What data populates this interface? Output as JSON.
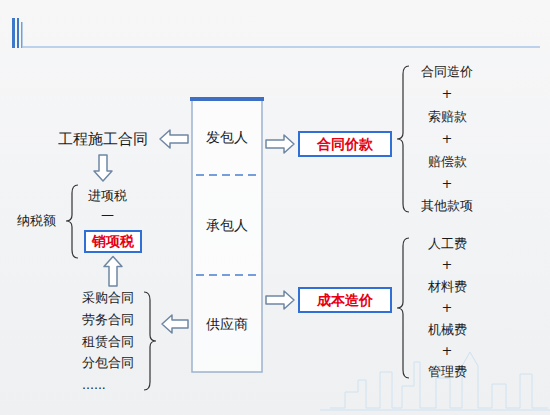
{
  "diagram": {
    "nodes": [
      {
        "text": [
          "工程施工合同"
        ]
      },
      {
        "text": [
          "纳税额",
          "进项税",
          "—"
        ]
      },
      {
        "text": [
          "销项税"
        ],
        "in": 1
      },
      {
        "text": [
          "采购合同",
          "劳务合同",
          "租赁合同",
          "分包合同",
          "......"
        ]
      },
      {
        "text": [
          "发包人"
        ]
      },
      {
        "text": [
          "承包人"
        ]
      },
      {
        "text": [
          "供应商"
        ]
      },
      {
        "text": [
          "合同价款"
        ]
      },
      {
        "text": [
          "成本造价"
        ]
      },
      {
        "text": [
          "合同造价",
          "+",
          "索赔款",
          "+",
          "赔偿款",
          "+",
          "其他款项"
        ]
      },
      {
        "text": [
          "人工费",
          "+",
          "材料费",
          "+",
          "机械费",
          "+",
          "管理费"
        ]
      }
    ],
    "edges": [
      {
        "from": 4,
        "to": 0,
        "arrow": "to"
      },
      {
        "from": 0,
        "to": 1,
        "arrow": "to"
      },
      {
        "from": 3,
        "to": 2,
        "arrow": "to"
      },
      {
        "from": 6,
        "to": 3,
        "arrow": "to"
      },
      {
        "from": 4,
        "to": 7,
        "arrow": "to"
      },
      {
        "from": 6,
        "to": 8,
        "arrow": "to"
      }
    ]
  }
}
